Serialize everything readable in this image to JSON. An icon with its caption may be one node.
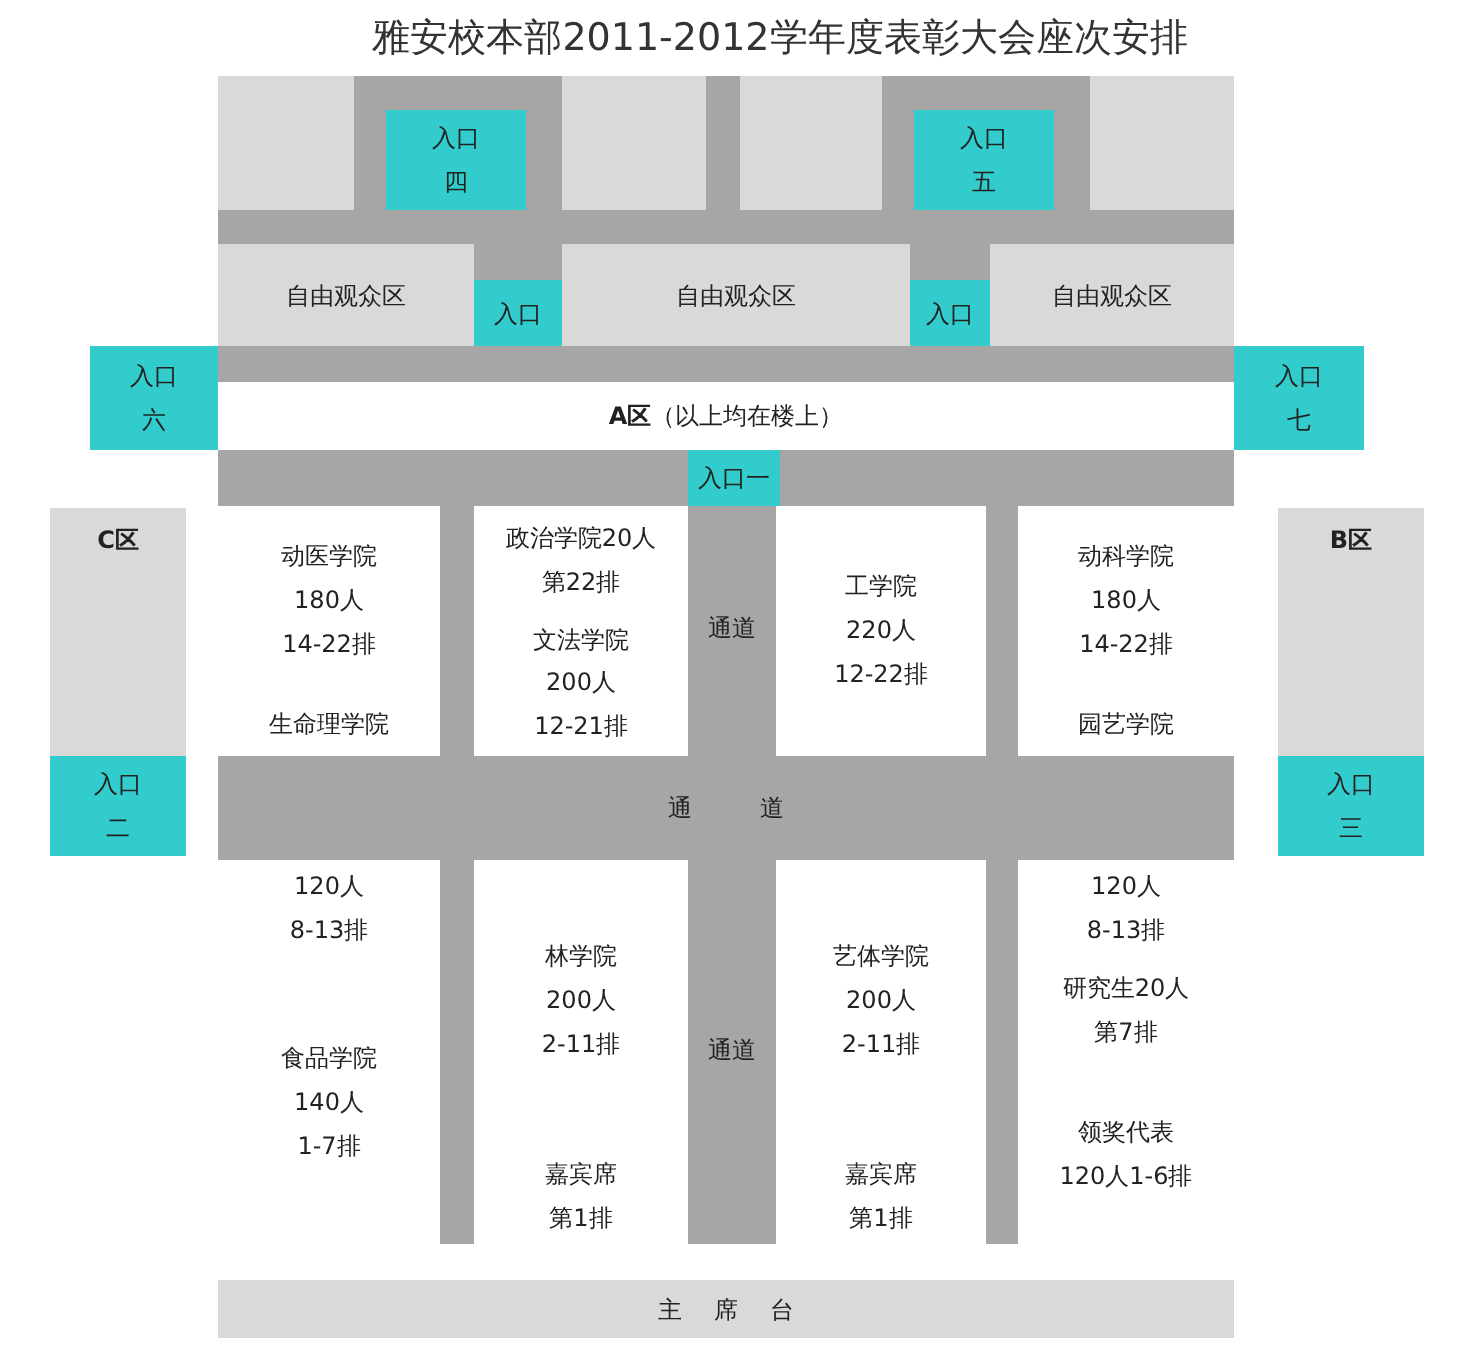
{
  "diagram": {
    "title": "雅安校本部2011-2012学年度表彰大会座次安排",
    "nodes": [
      {
        "text": [],
        "shape": "box"
      },
      {
        "text": [
          "入口",
          "四"
        ]
      },
      {
        "text": [],
        "shape": "box"
      },
      {
        "text": [],
        "shape": "box"
      },
      {
        "text": [
          "入口",
          "五"
        ]
      },
      {
        "text": [],
        "shape": "box"
      },
      {
        "text": [
          "自由观众区"
        ]
      },
      {
        "text": [
          "入口"
        ]
      },
      {
        "text": [
          "自由观众区"
        ]
      },
      {
        "text": [
          "入口"
        ]
      },
      {
        "text": [
          "自由观众区"
        ]
      },
      {
        "text": [
          "入口",
          "六"
        ]
      },
      {
        "text": [
          "**A区**（以上均在楼上）"
        ]
      },
      {
        "text": [
          "入口",
          "七"
        ]
      },
      {
        "text": [
          "入口一"
        ]
      },
      {
        "text": [
          "C区"
        ]
      },
      {
        "text": [
          "动医学院",
          "180人",
          "14-22排",
          "生命理学院"
        ]
      },
      {
        "text": [
          "政治学院20人",
          "第22排",
          "文法学院",
          "200人",
          "12-21排"
        ]
      },
      {
        "text": [
          "通道"
        ]
      },
      {
        "text": [
          "工学院",
          "220人",
          "12-22排"
        ]
      },
      {
        "text": [
          "动科学院",
          "180人",
          "14-22排",
          "园艺学院"
        ]
      },
      {
        "text": [
          "B区"
        ]
      },
      {
        "text": [
          "入口",
          "二"
        ]
      },
      {
        "text": [
          "通 道"
        ]
      },
      {
        "text": [
          "入口",
          "三"
        ]
      },
      {
        "text": [
          "120人",
          "8-13排",
          "食品学院",
          "140人",
          "1-7排"
        ]
      },
      {
        "text": [
          "林学院",
          "200人",
          "2-11排",
          "嘉宾席",
          "第1排"
        ]
      },
      {
        "text": [
          "通道"
        ]
      },
      {
        "text": [
          "艺体学院",
          "200人",
          "2-11排",
          "嘉宾席",
          "第1排"
        ]
      },
      {
        "text": [
          "120人",
          "8-13排",
          "研究生20人",
          "第7排",
          "领奖代表",
          "120人1-6排"
        ]
      },
      {
        "text": [
          "主 席 台"
        ]
      }
    ]
  }
}
